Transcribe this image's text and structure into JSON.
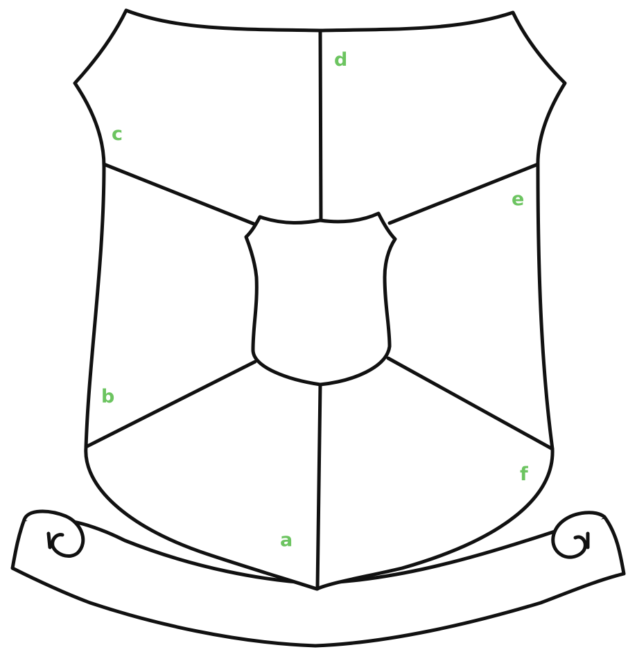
{
  "labels": {
    "a": "a",
    "b": "b",
    "c": "c",
    "d": "d",
    "e": "e",
    "f": "f"
  },
  "colors": {
    "label": "#6cc460",
    "outline": "#111111",
    "background": "#ffffff"
  }
}
